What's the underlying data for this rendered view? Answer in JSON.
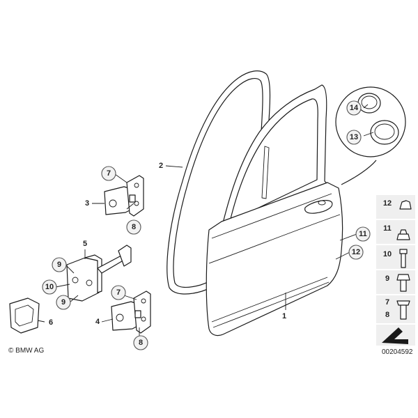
{
  "diagram": {
    "copyright": "© BMW AG",
    "figure_number": "00204592",
    "callouts": {
      "c1": "1",
      "c2": "2",
      "c3": "3",
      "c4": "4",
      "c5": "5",
      "c6": "6",
      "c7a": "7",
      "c8a": "8",
      "c7b": "7",
      "c8b": "8",
      "c9a": "9",
      "c10": "10",
      "c9b": "9",
      "c11": "11",
      "c12": "12",
      "c13": "13",
      "c14": "14"
    },
    "legend": {
      "items": [
        {
          "label": "12",
          "icon": "plug-icon"
        },
        {
          "label": "11",
          "icon": "clip-icon"
        },
        {
          "label": "10",
          "icon": "expanding-rivet-icon"
        },
        {
          "label": "9",
          "icon": "hex-bolt-icon"
        },
        {
          "label": "7",
          "icon": "collar-screw-icon"
        },
        {
          "label": "8",
          "icon": "collar-screw-icon"
        }
      ],
      "arrow_icon": "arrow-icon"
    }
  }
}
